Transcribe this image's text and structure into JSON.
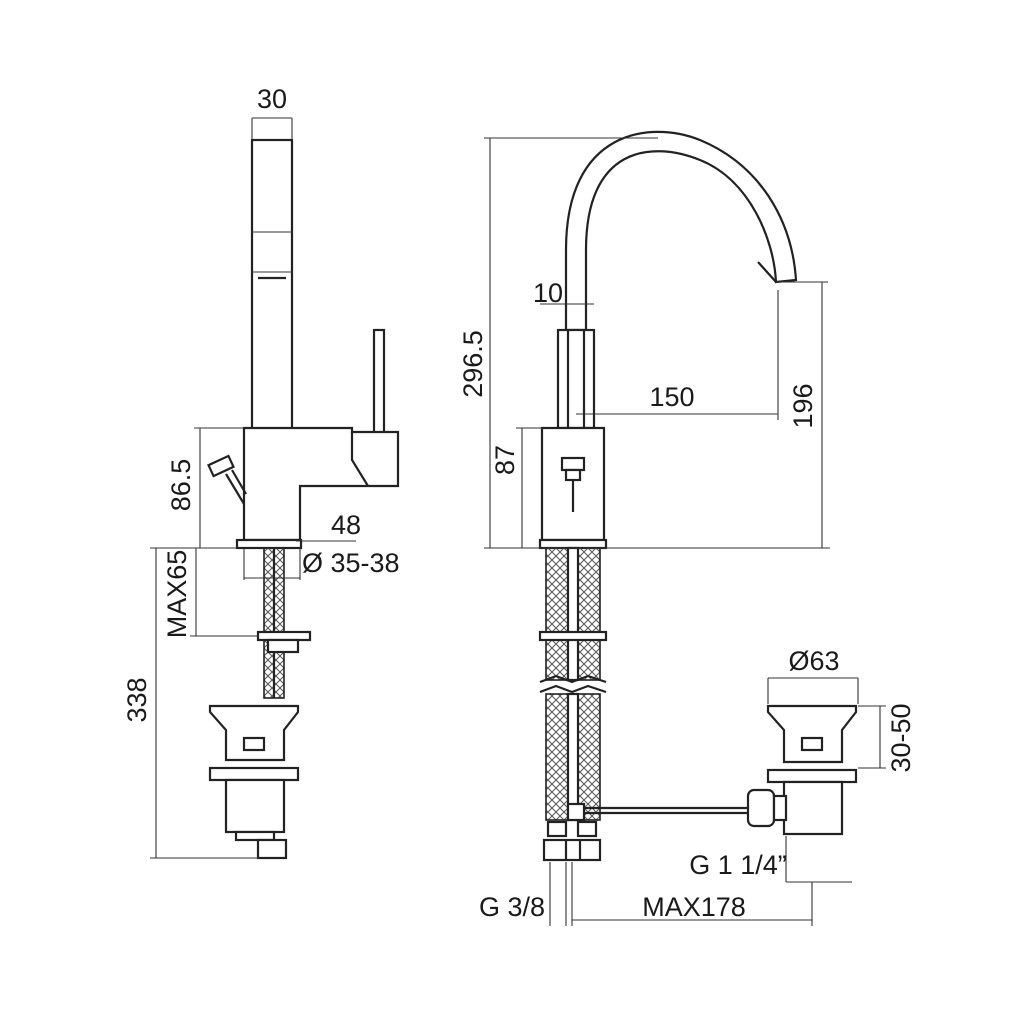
{
  "dimensions": {
    "spout_width": "30",
    "body_height_left": "86.5",
    "base_width": "48",
    "hole_diameter": "Ø 35-38",
    "max_deck": "MAX65",
    "total_pipe": "338",
    "spout_tip": "10",
    "total_height": "296.5",
    "reach": "150",
    "spout_clearance": "196",
    "body_height_right": "87",
    "waste_diameter": "Ø63",
    "waste_adjust": "30-50",
    "waste_thread": "G 1 1/4”",
    "supply_thread": "G 3/8",
    "max_rod": "MAX178"
  }
}
